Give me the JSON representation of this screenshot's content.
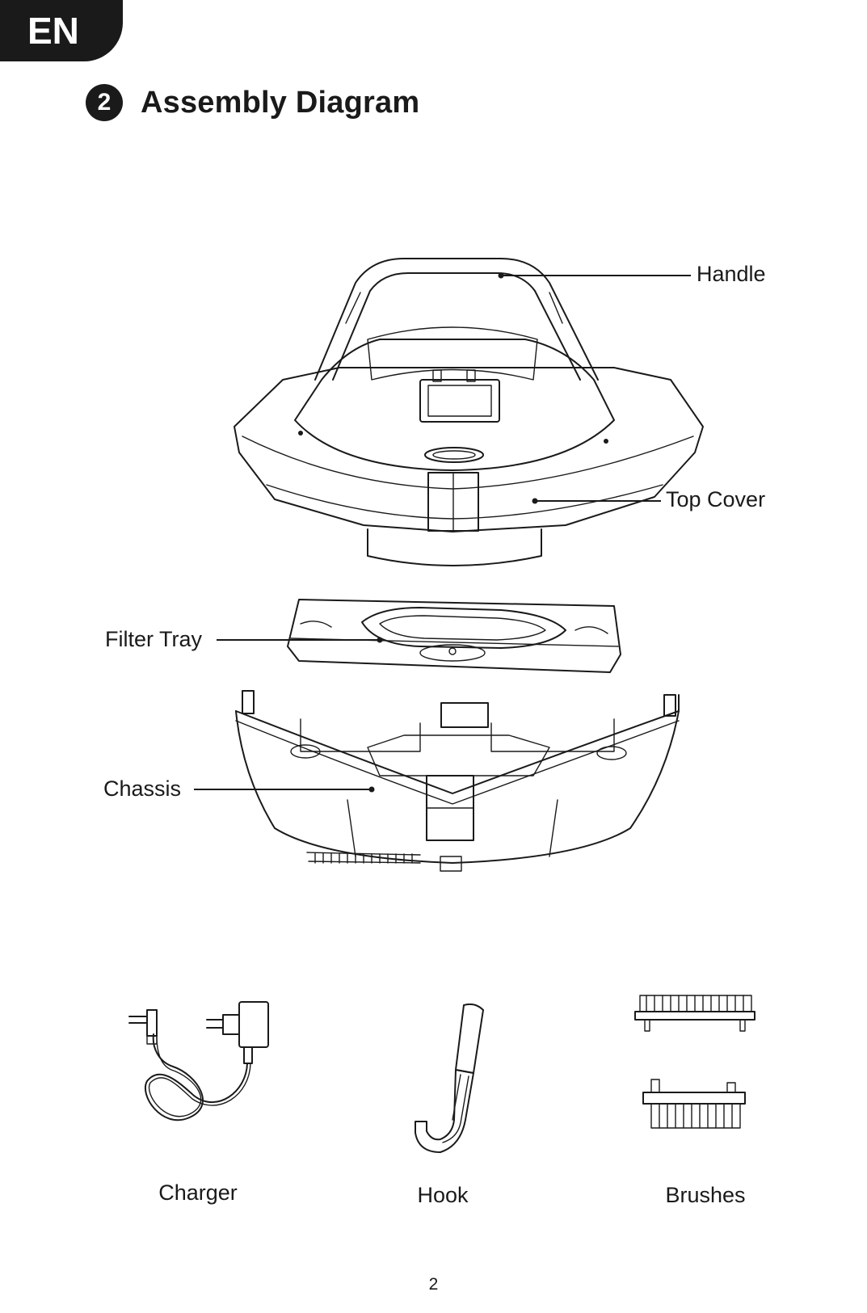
{
  "language_tab": "EN",
  "section": {
    "number": "2",
    "title": "Assembly Diagram"
  },
  "callouts": {
    "handle": "Handle",
    "top_cover": "Top Cover",
    "filter_tray": "Filter Tray",
    "chassis": "Chassis"
  },
  "accessories": {
    "charger": "Charger",
    "hook": "Hook",
    "brushes": "Brushes"
  },
  "page_number": "2"
}
